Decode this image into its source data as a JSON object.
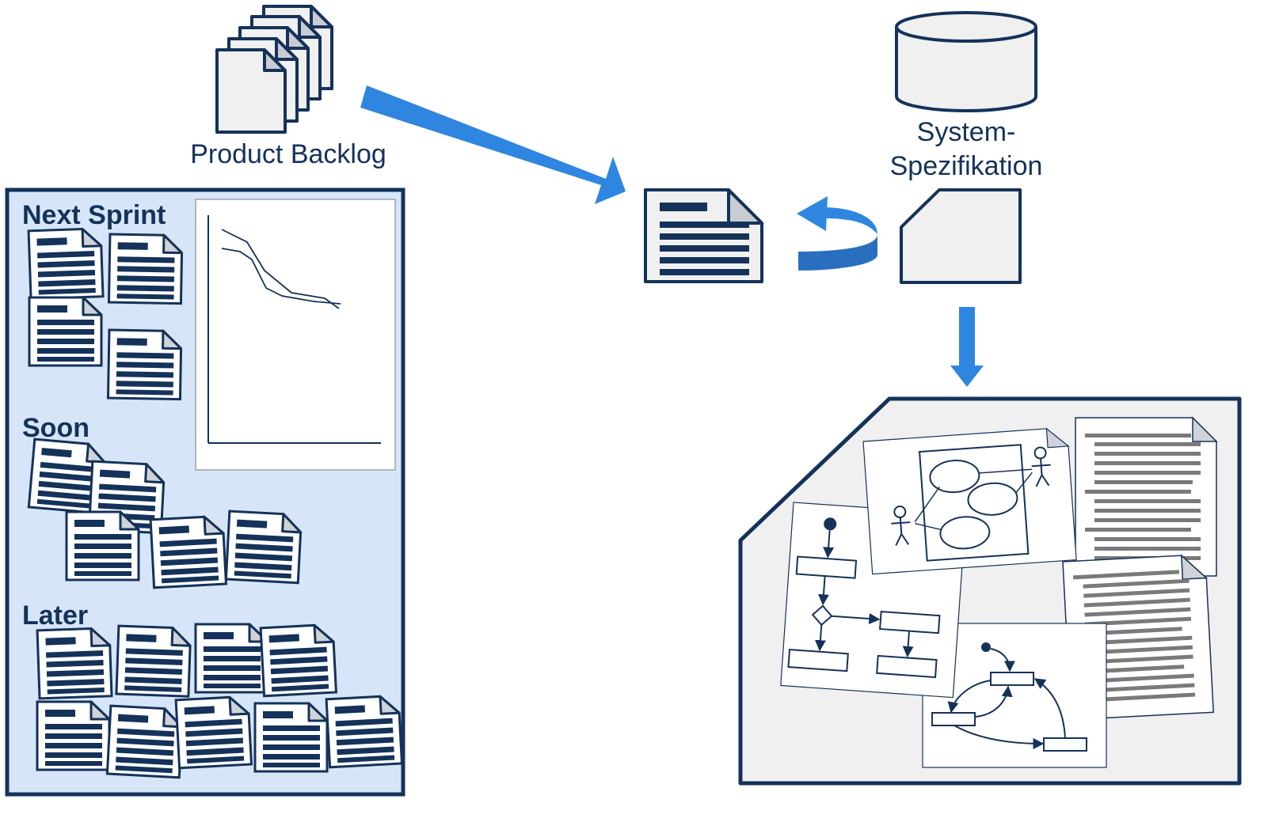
{
  "labels": {
    "product_backlog": "Product Backlog",
    "system_spec_line1": "System-",
    "system_spec_line2": "Spezifikation",
    "next_sprint": "Next Sprint",
    "soon": "Soon",
    "later": "Later"
  },
  "icons": {
    "backlog_stack": "document-stack-icon",
    "database": "database-cylinder-icon",
    "sprint_doc": "document-icon",
    "spec_doc": "folded-document-icon",
    "refresh": "curved-arrow-icon",
    "models": "uml-diagram-collage"
  },
  "colors": {
    "navy": "#14325a",
    "arrow_blue": "#2f86e0",
    "panel_fill": "#d6e6f8",
    "doc_fill": "#f0f0f0"
  }
}
